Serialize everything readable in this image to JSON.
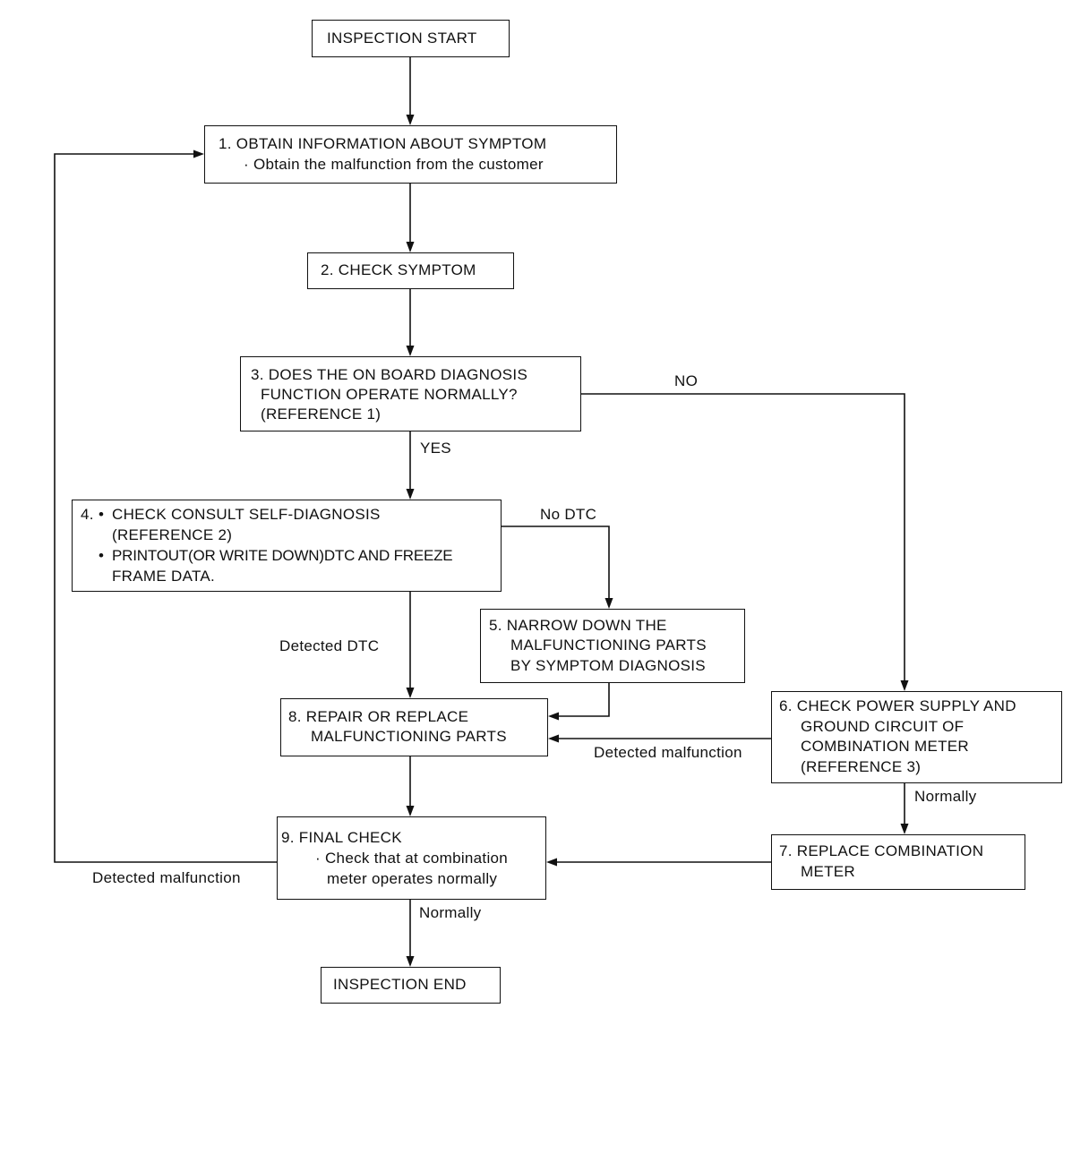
{
  "flowchart": {
    "start": "INSPECTION START",
    "step1": {
      "title": "1. OBTAIN INFORMATION ABOUT SYMPTOM",
      "detail": "· Obtain the malfunction from the customer"
    },
    "step2": {
      "title": "2. CHECK SYMPTOM"
    },
    "step3": {
      "line1": "3. DOES THE ON BOARD DIAGNOSIS",
      "line2": "FUNCTION OPERATE NORMALLY?",
      "line3": "(REFERENCE 1)"
    },
    "step4": {
      "number": "4.",
      "line1": "CHECK CONSULT SELF-DIAGNOSIS",
      "line2": "(REFERENCE 2)",
      "line3": "PRINTOUT(OR WRITE DOWN)DTC AND FREEZE",
      "line4": "FRAME DATA."
    },
    "step5": {
      "line1": "5. NARROW DOWN THE",
      "line2": "MALFUNCTIONING PARTS",
      "line3": "BY SYMPTOM DIAGNOSIS"
    },
    "step6": {
      "line1": "6. CHECK POWER SUPPLY AND",
      "line2": "GROUND CIRCUIT OF",
      "line3": "COMBINATION METER",
      "line4": "(REFERENCE 3)"
    },
    "step7": {
      "line1": "7. REPLACE COMBINATION",
      "line2": "METER"
    },
    "step8": {
      "line1": "8. REPAIR OR REPLACE",
      "line2": "MALFUNCTIONING PARTS"
    },
    "step9": {
      "title": "9. FINAL CHECK",
      "detail1": "· Check that at combination",
      "detail2": "meter operates normally"
    },
    "end": "INSPECTION END",
    "labels": {
      "no": "NO",
      "yes": "YES",
      "no_dtc": "No DTC",
      "detected_dtc": "Detected DTC",
      "detected_malfunction_6": "Detected malfunction",
      "normally_6": "Normally",
      "detected_malfunction_9": "Detected malfunction",
      "normally_9": "Normally"
    }
  }
}
